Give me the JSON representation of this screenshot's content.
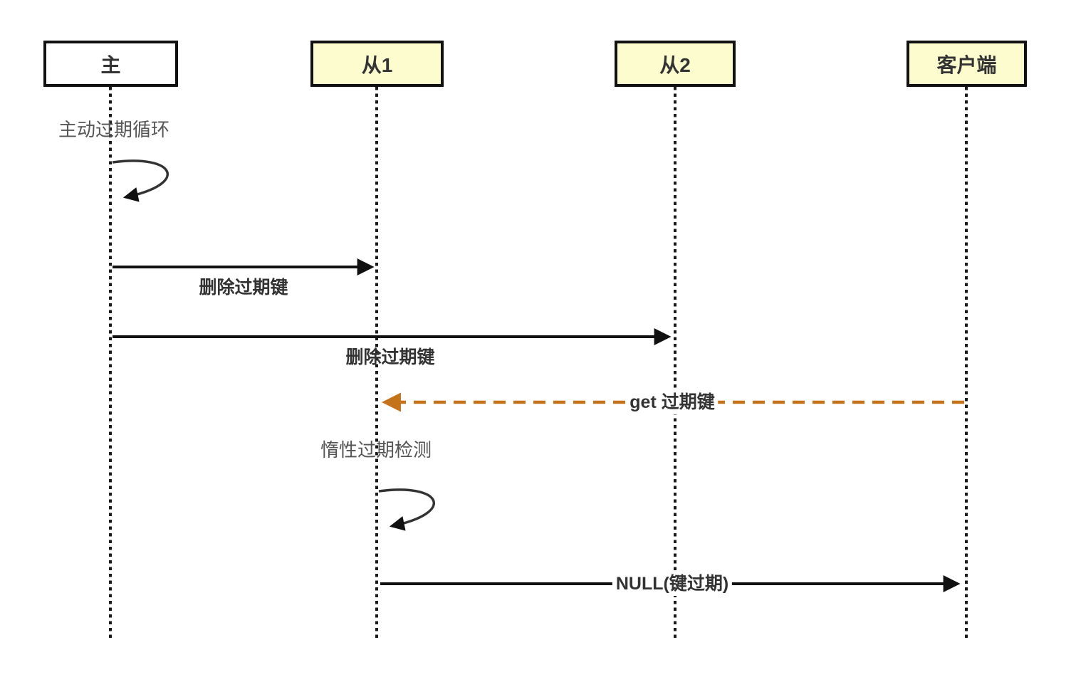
{
  "diagram": {
    "type": "sequence",
    "actors": [
      {
        "label": "主",
        "fill": "#FFFFFF"
      },
      {
        "label": "从1",
        "fill": "#FCFCCE"
      },
      {
        "label": "从2",
        "fill": "#FCFCCE"
      },
      {
        "label": "客户端",
        "fill": "#FCFCCE"
      }
    ],
    "self_loops": [
      {
        "actor": "主",
        "label": "主动过期循环"
      },
      {
        "actor": "从1",
        "label": "惰性过期检测"
      }
    ],
    "messages": [
      {
        "from": "主",
        "to": "从1",
        "label": "删除过期键",
        "style": "solid-black"
      },
      {
        "from": "主",
        "to": "从2",
        "label": "删除过期键",
        "style": "solid-black"
      },
      {
        "from": "客户端",
        "to": "从1",
        "label": "get 过期键",
        "style": "dashed-orange"
      },
      {
        "from": "从1",
        "to": "客户端",
        "label": "NULL(键过期)",
        "style": "solid-black"
      }
    ],
    "colors": {
      "solid_line": "#111111",
      "dashed_line_orange": "#C4731B",
      "actor_border": "#111111",
      "actor_text": "#333333",
      "actor_fill_yellow": "#FCFCCE",
      "actor_fill_white": "#FFFFFF",
      "message_text": "#333333",
      "note_text": "#555555",
      "lifeline": "#1A1A1A",
      "background": "#FFFFFF"
    }
  }
}
